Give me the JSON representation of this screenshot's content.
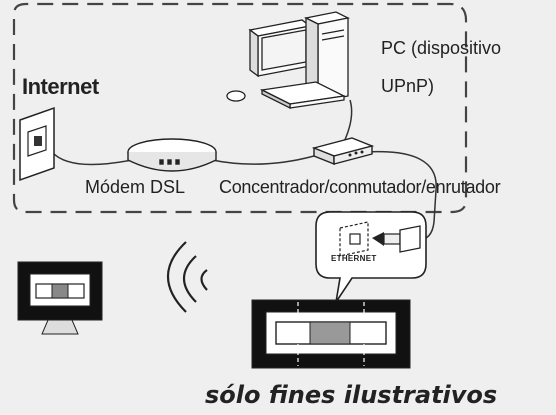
{
  "labels": {
    "internet": "Internet",
    "pc_line1": "PC (dispositivo",
    "pc_line2": "UPnP)",
    "modem": "Módem DSL",
    "router": "Concentrador/conmutador/enrutador",
    "ethernet": "ETHERNET",
    "note": "sólo fines ilustrativos"
  },
  "icons": [
    "wall-jack-icon",
    "pc-icon",
    "dsl-modem-icon",
    "router-icon",
    "ethernet-port-icon",
    "wireless-waves-icon",
    "station-icon",
    "center-icon"
  ],
  "colors": {
    "background": "#efefef",
    "ink": "#222222",
    "dashed_border": "#444444"
  }
}
